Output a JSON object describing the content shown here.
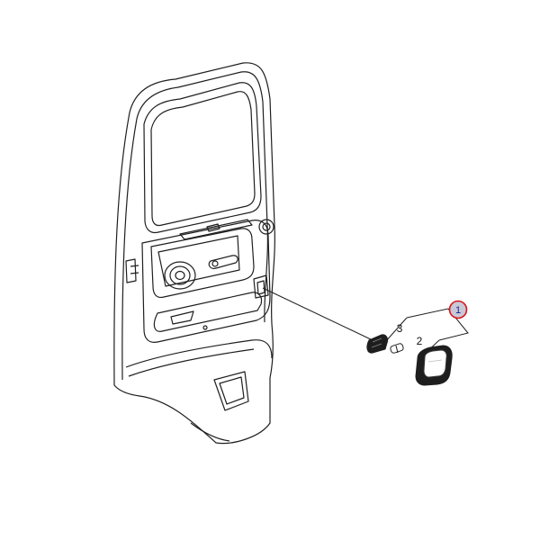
{
  "diagram": {
    "callouts": [
      {
        "id": "part-1",
        "label": "1",
        "circled": true
      },
      {
        "id": "part-2",
        "label": "2",
        "circled": false
      },
      {
        "id": "part-3",
        "label": "3",
        "circled": false
      }
    ],
    "colors": {
      "line": "#1f1f1f",
      "callout_circle": "#d9141b",
      "callout_fill": "#c8c8d6",
      "callout_text": "#1a1a8c",
      "lamp_dark": "#1e1e1e"
    }
  }
}
